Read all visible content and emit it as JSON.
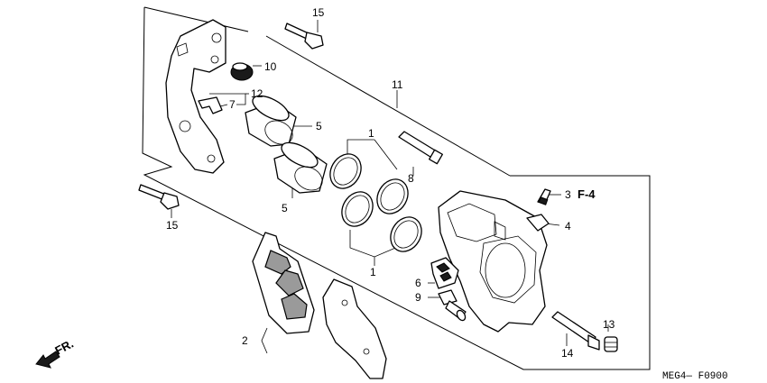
{
  "callouts": {
    "c1a": "1",
    "c1b": "1",
    "c2": "2",
    "c3": "3",
    "c4": "4",
    "c5a": "5",
    "c5b": "5",
    "c6": "6",
    "c7": "7",
    "c8": "8",
    "c9": "9",
    "c10": "10",
    "c11": "11",
    "c12": "12",
    "c13": "13",
    "c14": "14",
    "c15a": "15",
    "c15b": "15"
  },
  "ref_label": "F-4",
  "direction_label": "FR.",
  "diagram_code": "MEG4— F0900"
}
